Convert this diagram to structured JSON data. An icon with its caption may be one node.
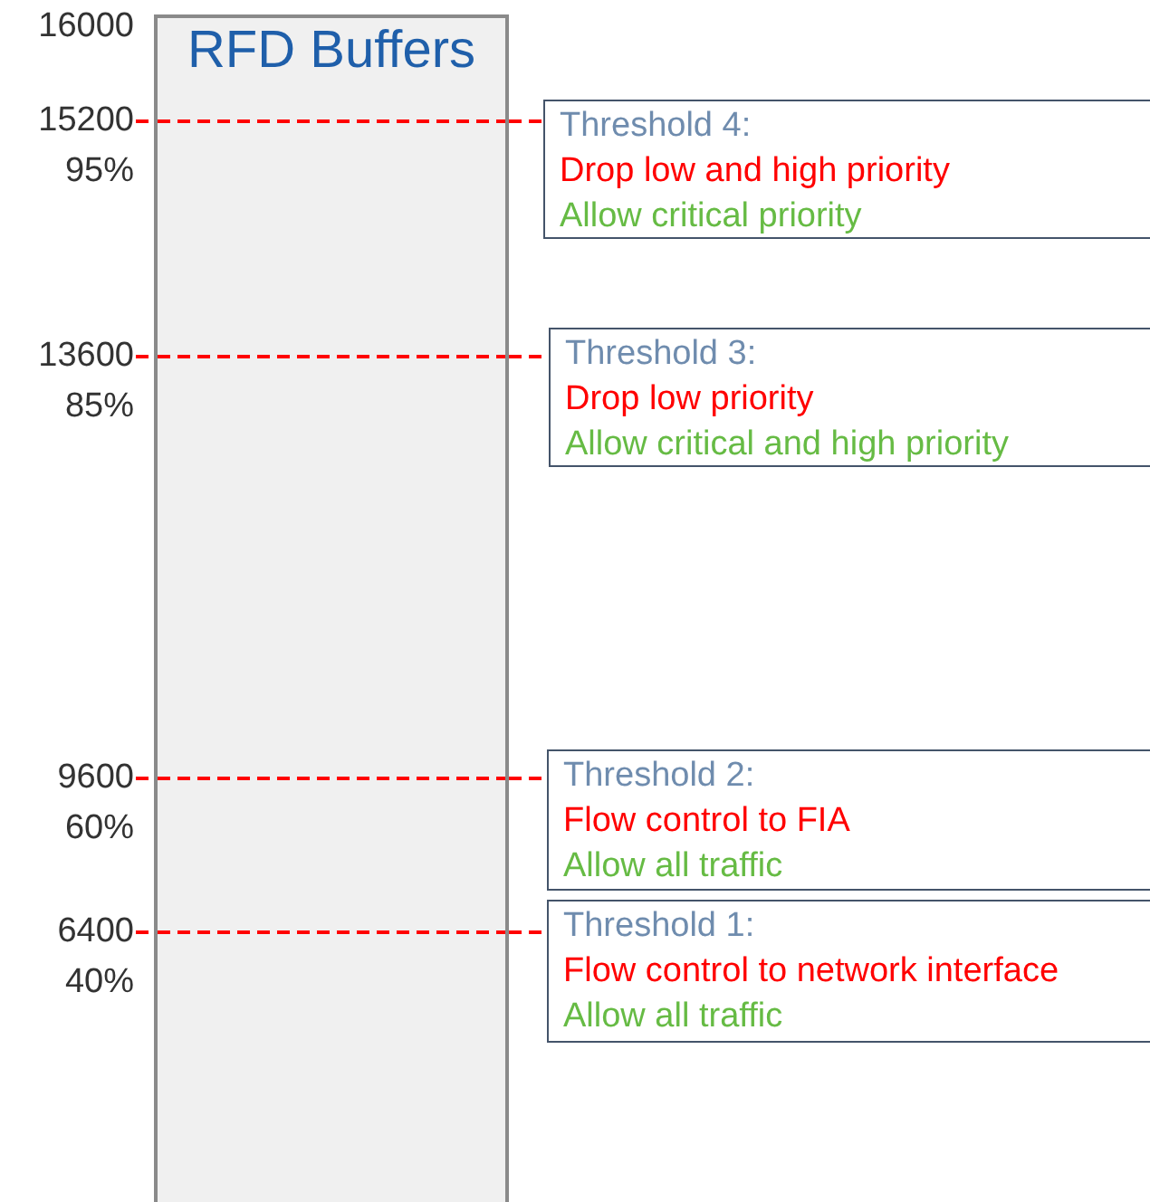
{
  "diagram": {
    "nodes": [
      {
        "text": [
          "RFD Buffers"
        ]
      },
      {
        "text": [
          "15200",
          "95%"
        ]
      },
      {
        "text": [
          "Threshold 4:",
          "Drop low and high priority",
          "Allow critical priority"
        ]
      },
      {
        "text": [
          "13600",
          "85%"
        ]
      },
      {
        "text": [
          "Threshold 3:",
          "Drop low priority",
          "Allow critical and high priority"
        ]
      },
      {
        "text": [
          "9600",
          "60%"
        ]
      },
      {
        "text": [
          "Threshold 2:",
          "Flow control to FIA",
          "Allow all traffic"
        ]
      },
      {
        "text": [
          "6400",
          "40%"
        ]
      },
      {
        "text": [
          "Threshold 1:",
          "Flow control to network interface",
          "Allow all traffic"
        ]
      }
    ],
    "edges": [
      {
        "from": 1,
        "to": 0,
        "arrow": "none",
        "style": "dashed",
        "color": "#ff0000"
      },
      {
        "from": 0,
        "to": 2,
        "arrow": "none",
        "style": "dashed",
        "color": "#ff0000"
      },
      {
        "from": 3,
        "to": 0,
        "arrow": "none",
        "style": "dashed",
        "color": "#ff0000"
      },
      {
        "from": 0,
        "to": 4,
        "arrow": "none",
        "style": "dashed",
        "color": "#ff0000"
      },
      {
        "from": 5,
        "to": 0,
        "arrow": "none",
        "style": "dashed",
        "color": "#ff0000"
      },
      {
        "from": 0,
        "to": 6,
        "arrow": "none",
        "style": "dashed",
        "color": "#ff0000"
      },
      {
        "from": 7,
        "to": 0,
        "arrow": "none",
        "style": "dashed",
        "color": "#ff0000"
      },
      {
        "from": 0,
        "to": 8,
        "arrow": "none",
        "style": "dashed",
        "color": "#ff0000"
      }
    ],
    "labels": [
      "16000"
    ]
  }
}
